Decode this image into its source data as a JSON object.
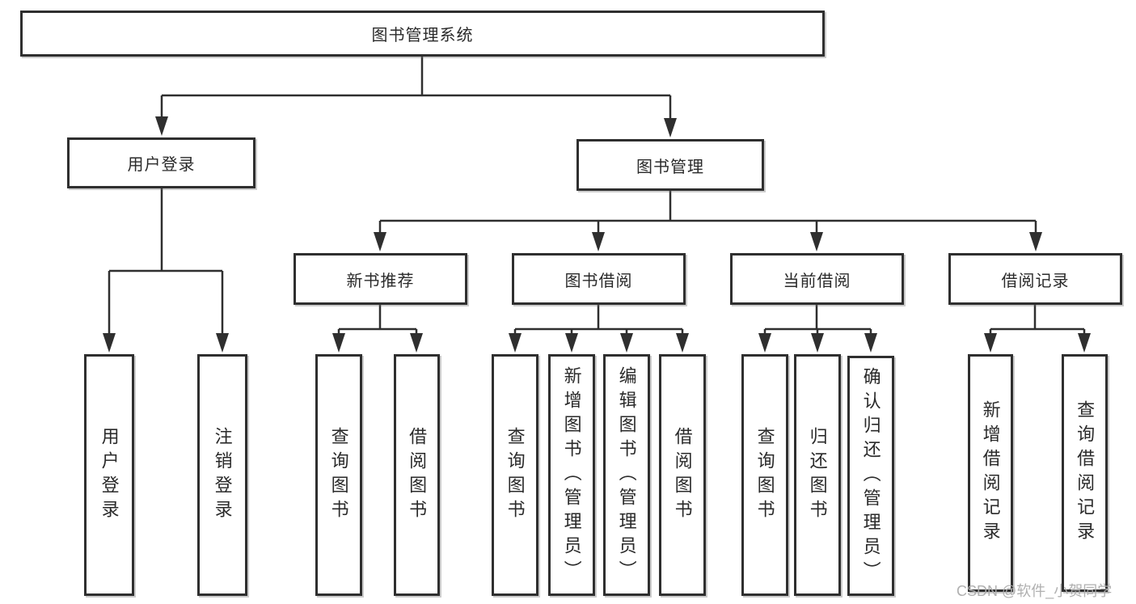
{
  "diagram": {
    "root": {
      "label": "图书管理系统"
    },
    "level2": [
      {
        "label": "用户登录"
      },
      {
        "label": "图书管理"
      }
    ],
    "level3": [
      {
        "label": "新书推荐"
      },
      {
        "label": "图书借阅"
      },
      {
        "label": "当前借阅"
      },
      {
        "label": "借阅记录"
      }
    ],
    "leaves": {
      "user_login": [
        {
          "label": "用户登录"
        },
        {
          "label": "注销登录"
        }
      ],
      "new_book_recommend": [
        {
          "label": "查询图书"
        },
        {
          "label": "借阅图书"
        }
      ],
      "book_borrow": [
        {
          "label": "查询图书"
        },
        {
          "label": "新增图书（管理员）"
        },
        {
          "label": "编辑图书（管理员）"
        },
        {
          "label": "借阅图书"
        }
      ],
      "current_borrow": [
        {
          "label": "查询图书"
        },
        {
          "label": "归还图书"
        },
        {
          "label": "确认归还（管理员）"
        }
      ],
      "borrow_records": [
        {
          "label": "新增借阅记录"
        },
        {
          "label": "查询借阅记录"
        }
      ]
    }
  },
  "watermark": {
    "text": "CSDN @软件_小贺同学"
  },
  "colors": {
    "line": "#2f2f2f",
    "box_border": "#2f2f2f",
    "text": "#2a2a2a",
    "watermark": "#acacac",
    "background": "#ffffff"
  }
}
